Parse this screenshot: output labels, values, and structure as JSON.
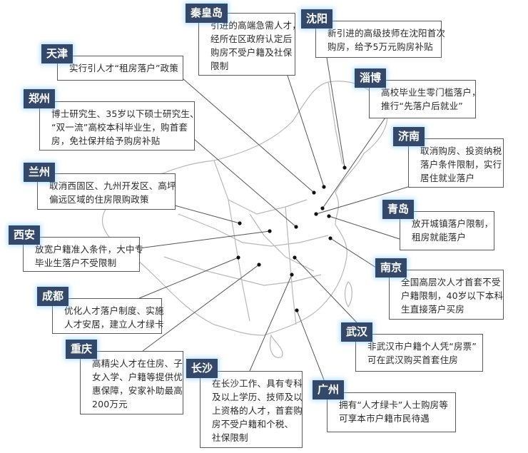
{
  "colors": {
    "label_bg": "#34496a",
    "label_text": "#ffffff",
    "box_border": "#5a5a5a",
    "map_line": "#b8b8b8"
  },
  "callouts": [
    {
      "city": "秦皇岛",
      "lines": [
        "引进的高端急需人才，",
        "经所在区政府认定后",
        "购房不受户籍及社保",
        "限制"
      ]
    },
    {
      "city": "沈阳",
      "lines": [
        "新引进的高级技师在沈阳首次",
        "购房，给予5万元购房补贴"
      ]
    },
    {
      "city": "天津",
      "lines": [
        "实行引人才“租房落户”政策"
      ]
    },
    {
      "city": "淄博",
      "lines": [
        "高校毕业生零门槛落户，",
        "推行“先落户后就业”"
      ]
    },
    {
      "city": "郑州",
      "lines": [
        "博士研究生、35岁以下硕士研究生、",
        "“双一流”高校本科毕业生，购首套",
        "房，免社保并给予购房补贴"
      ]
    },
    {
      "city": "济南",
      "lines": [
        "取消购房、投资纳税",
        "落户条件限制，实行",
        "居住就业落户"
      ]
    },
    {
      "city": "兰州",
      "lines": [
        "取消西固区、九州开发区、高坪",
        "偏远区域的住房限购政策"
      ]
    },
    {
      "city": "青岛",
      "lines": [
        "放开城镇落户限制，",
        "租房就能落户"
      ]
    },
    {
      "city": "西安",
      "lines": [
        "放宽户籍准入条件，大中专",
        "毕业生落户不受限制"
      ]
    },
    {
      "city": "南京",
      "lines": [
        "全国高层次人才首套不受",
        "户籍限制，40岁以下本科",
        "生直接落户买房"
      ]
    },
    {
      "city": "成都",
      "lines": [
        "优化人才落户制度、实施",
        "人才安居，建立人才绿卡"
      ]
    },
    {
      "city": "武汉",
      "lines": [
        "非武汉市户籍个人凭“房票”",
        "可在武汉购买首套住房"
      ]
    },
    {
      "city": "重庆",
      "lines": [
        "高精尖人才在住房、子",
        "女入学、户籍等提供优",
        "惠保障，安家补助最高",
        "200万元"
      ]
    },
    {
      "city": "长沙",
      "lines": [
        "在长沙工作、具有专科",
        "及以上学历、技师及以",
        "上资格的人才，首套购",
        "房不受户籍和个税、",
        "社保限制"
      ]
    },
    {
      "city": "广州",
      "lines": [
        "拥有“人才绿卡”人士购房等",
        "可享本市户籍市民待遇"
      ]
    }
  ]
}
